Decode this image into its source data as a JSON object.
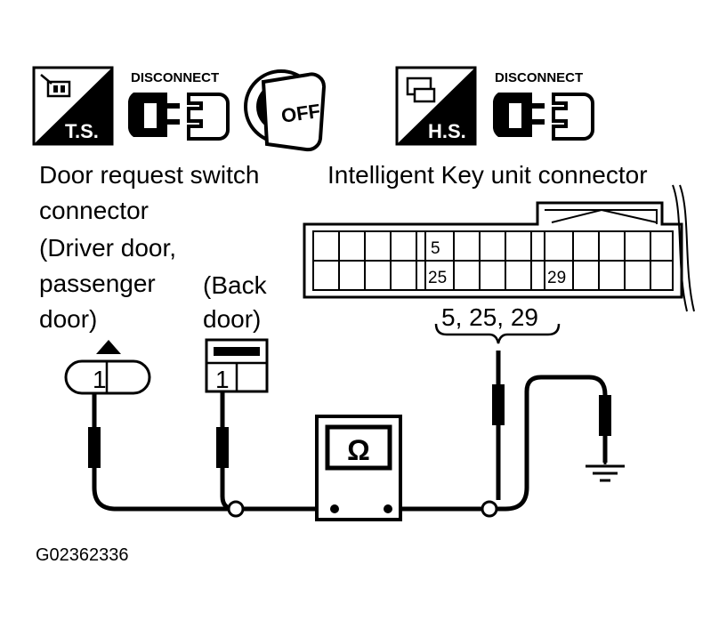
{
  "icons": {
    "ts_label": "T.S.",
    "hs_label": "H.S.",
    "disconnect_left": "DISCONNECT",
    "disconnect_right": "DISCONNECT",
    "ignition_label": "OFF"
  },
  "labels": {
    "door_switch_line1": "Door request switch",
    "door_switch_line2": "connector",
    "door_switch_line3": "(Driver door,",
    "door_switch_line4": "passenger",
    "door_switch_line5": "door)",
    "back_door_line1": "(Back",
    "back_door_line2": "door)",
    "ik_unit": "Intelligent Key unit connector",
    "pin_group": "5, 25, 29",
    "figure_id": "G02362336"
  },
  "pins": {
    "driver_door_pin": "1",
    "back_door_pin": "1",
    "ik_pin_5": "5",
    "ik_pin_25": "25",
    "ik_pin_29": "29"
  },
  "meter": {
    "symbol": "Ω"
  }
}
